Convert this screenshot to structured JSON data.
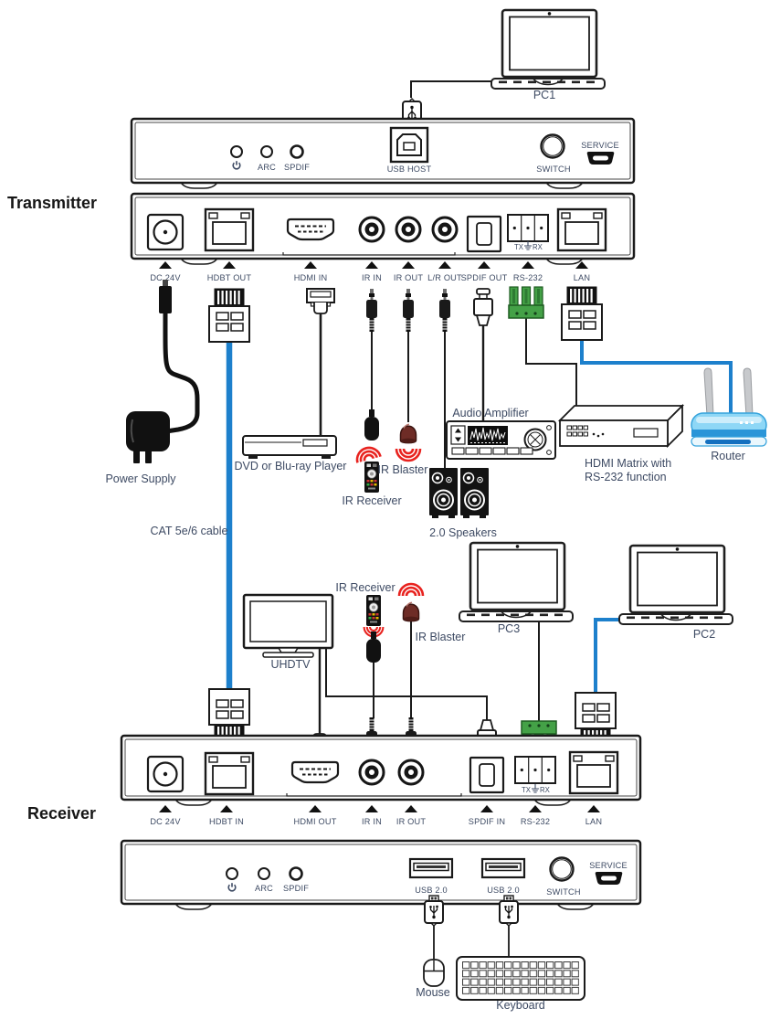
{
  "sections": {
    "transmitter": "Transmitter",
    "receiver": "Receiver"
  },
  "tx": {
    "front": {
      "arc": "ARC",
      "spdif": "SPDIF",
      "usb_host": "USB HOST",
      "switch": "SWITCH",
      "service": "SERVICE"
    },
    "rear": {
      "ports": [
        "DC 24V",
        "HDBT OUT",
        "HDMI IN",
        "IR IN",
        "IR OUT",
        "L/R OUT",
        "SPDIF OUT",
        "RS-232",
        "LAN"
      ],
      "rs232_tx": "TX",
      "rs232_rx": "RX"
    }
  },
  "rx": {
    "front": {
      "arc": "ARC",
      "spdif": "SPDIF",
      "usb_1": "USB 2.0",
      "usb_2": "USB 2.0",
      "switch": "SWITCH",
      "service": "SERVICE"
    },
    "rear": {
      "ports": [
        "DC 24V",
        "HDBT IN",
        "HDMI OUT",
        "IR IN",
        "IR OUT",
        "SPDIF IN",
        "RS-232",
        "LAN"
      ],
      "rs232_tx": "TX",
      "rs232_rx": "RX"
    }
  },
  "devices": {
    "pc1": "PC1",
    "pc2": "PC2",
    "pc3": "PC3",
    "power_supply": "Power Supply",
    "cat_cable": "CAT 5e/6 cable",
    "dvd_player": "DVD or Blu-ray Player",
    "ir_receiver_tx": "IR Receiver",
    "ir_blaster_tx": "IR Blaster",
    "audio_amplifier": "Audio Amplifier",
    "speakers": "2.0 Speakers",
    "hdmi_matrix_line1": "HDMI Matrix with",
    "hdmi_matrix_line2": "RS-232 function",
    "router": "Router",
    "uhdtv": "UHDTV",
    "ir_receiver_rx": "IR Receiver",
    "ir_blaster_rx": "IR Blaster",
    "mouse": "Mouse",
    "keyboard": "Keyboard"
  },
  "colors": {
    "cable_blue": "#1d80cc",
    "ir_red": "#e8231f",
    "phoenix_green": "#44a147",
    "router_blue": "#8ed7f6",
    "label": "#3d4a63"
  }
}
